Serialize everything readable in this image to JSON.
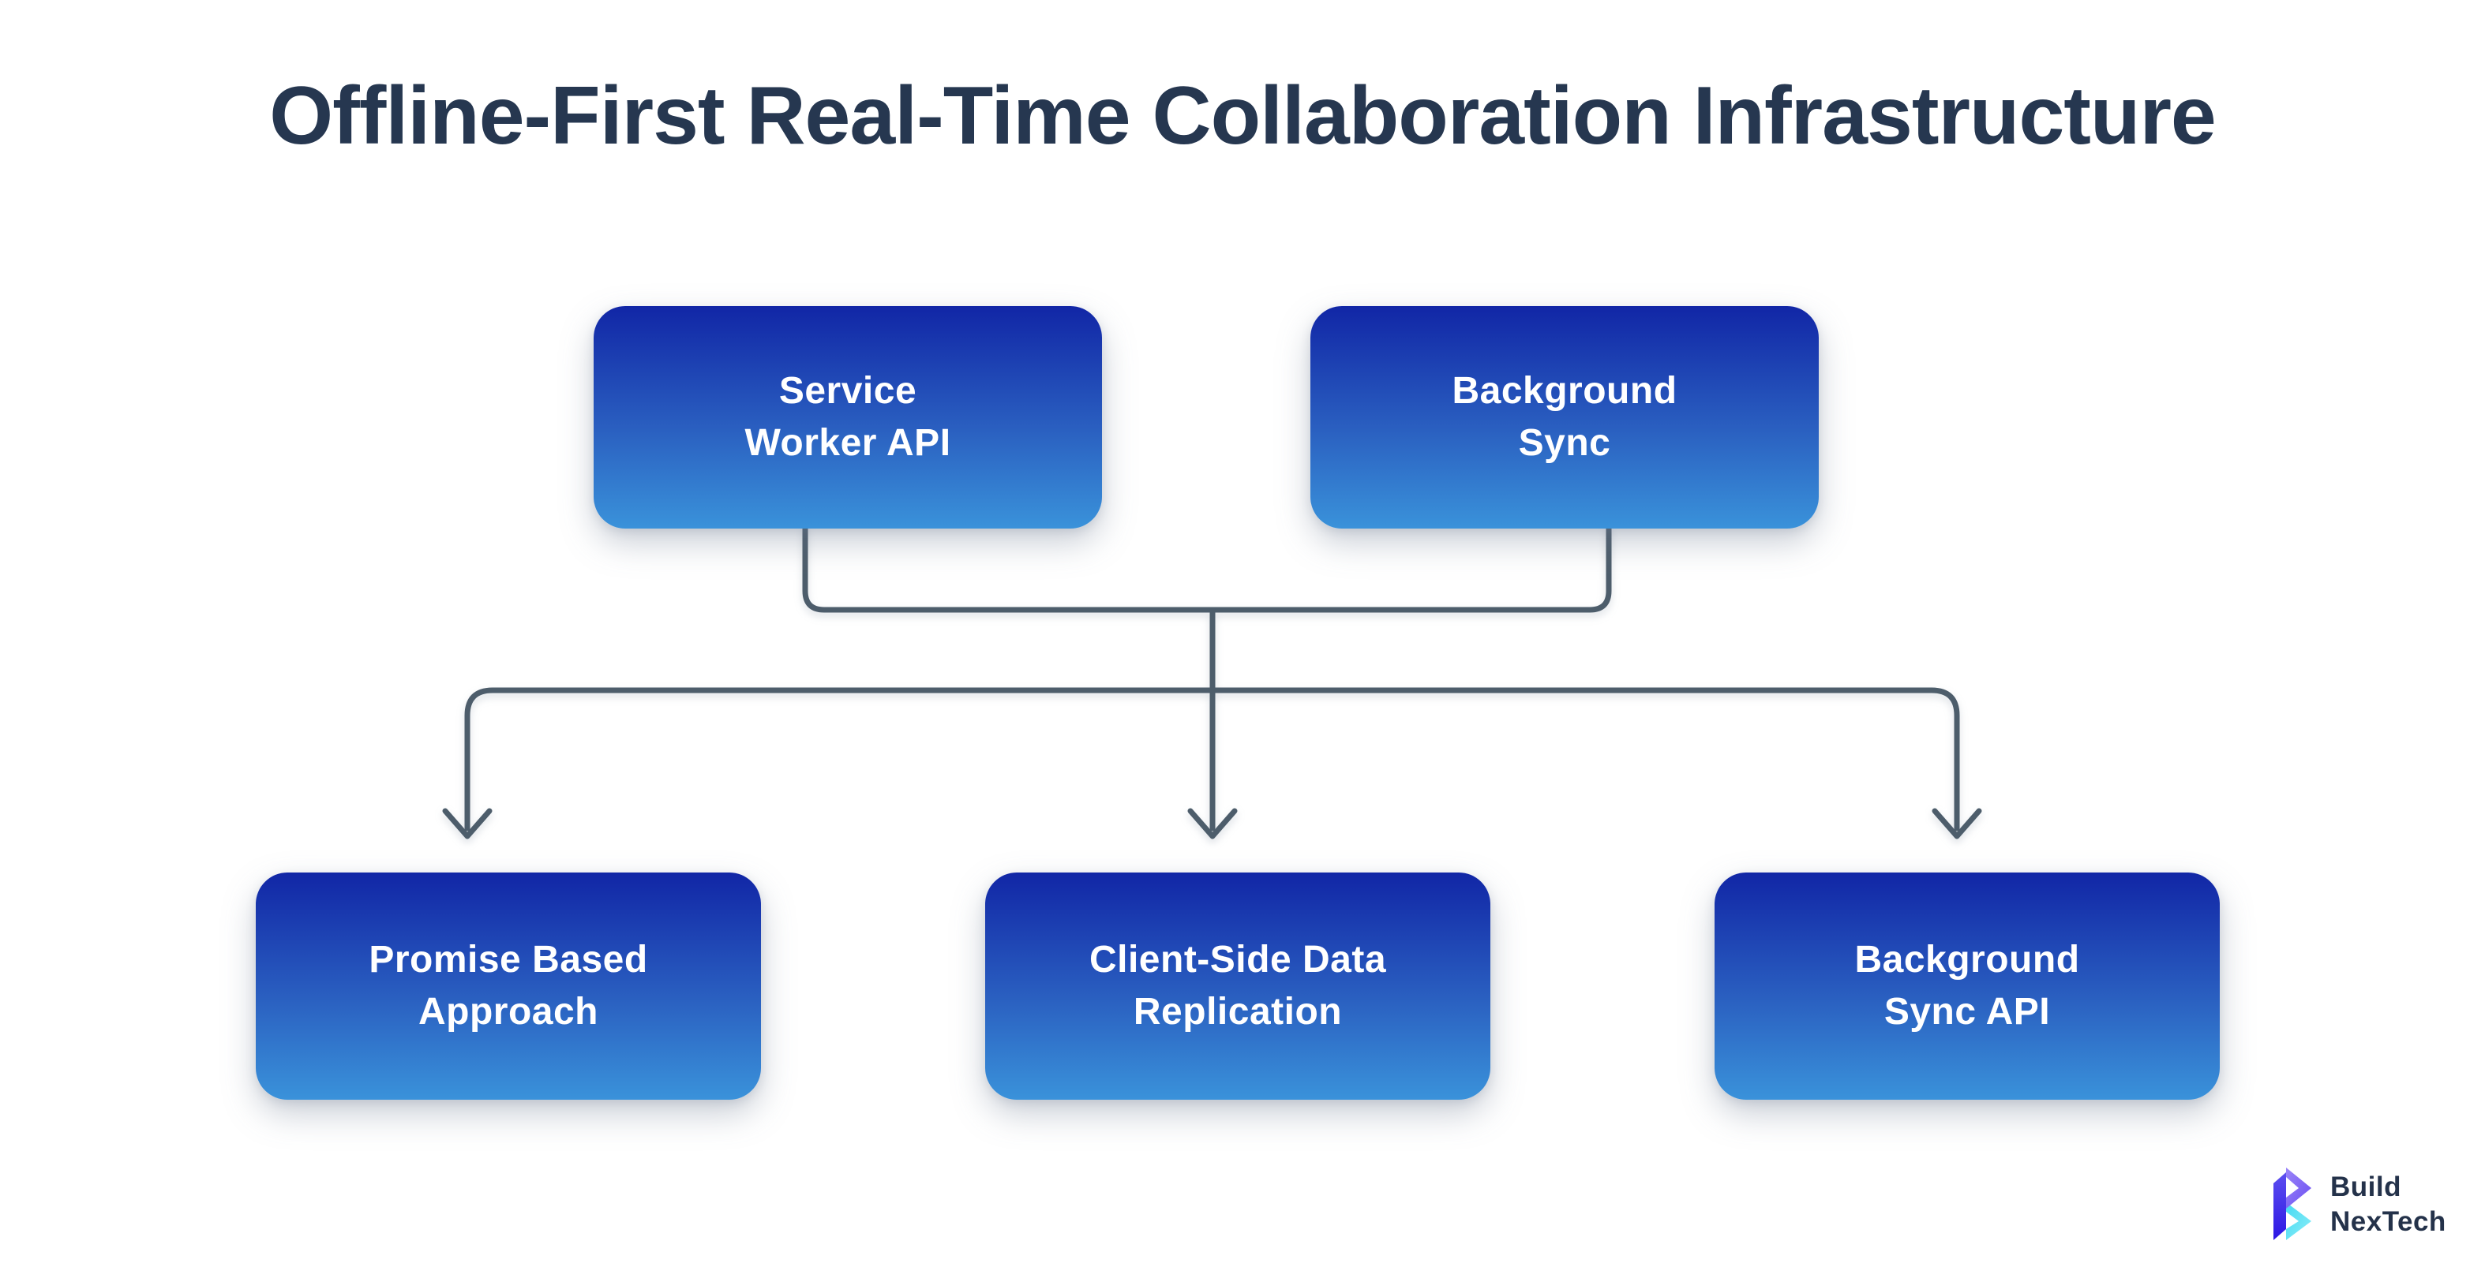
{
  "title": "Offline-First Real-Time Collaboration Infrastructure",
  "nodes": {
    "service_worker": {
      "line1": "Service",
      "line2": "Worker API"
    },
    "background_sync": {
      "line1": "Background",
      "line2": "Sync"
    },
    "promise_based": {
      "line1": "Promise Based",
      "line2": "Approach"
    },
    "client_side": {
      "line1": "Client-Side Data",
      "line2": "Replication"
    },
    "background_sync_api": {
      "line1": "Background",
      "line2": "Sync API"
    }
  },
  "edges": [
    {
      "from": "Service Worker API",
      "to": "merge-hub"
    },
    {
      "from": "Background Sync",
      "to": "merge-hub"
    },
    {
      "from": "merge-hub",
      "to": "Promise Based Approach"
    },
    {
      "from": "merge-hub",
      "to": "Client-Side Data Replication"
    },
    {
      "from": "merge-hub",
      "to": "Background Sync API"
    }
  ],
  "logo": {
    "line1": "Build",
    "line2": "NexTech"
  },
  "colors": {
    "background": "#ffffff",
    "title_text": "#263750",
    "node_gradient_top": "#1126a6",
    "node_gradient_bottom": "#3a92da",
    "node_text": "#ffffff",
    "connector": "#4d5d6b",
    "logo_text": "#24324a",
    "logo_indigo_dark": "#2c16e4",
    "logo_indigo_light": "#5d4ff0",
    "logo_purple": "#8a6df6",
    "logo_cyan": "#45d9f2",
    "logo_cyan_light": "#8ceef8"
  }
}
